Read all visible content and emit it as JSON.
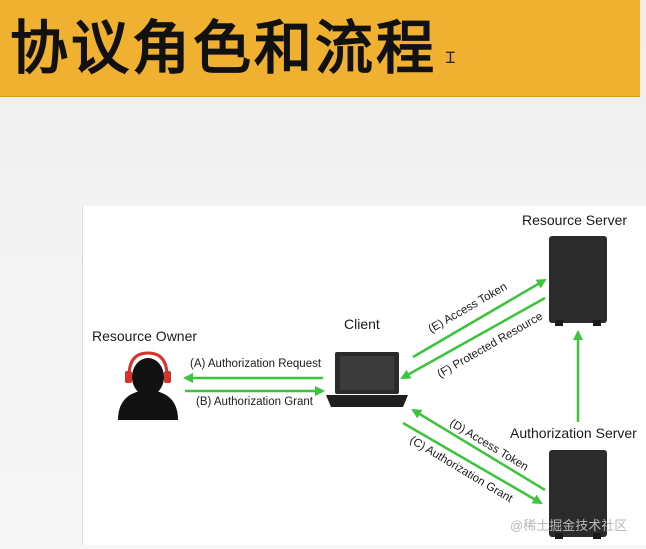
{
  "header": {
    "title": "协议角色和流程",
    "background_color": "#f0b130"
  },
  "diagram": {
    "nodes": {
      "resource_owner": "Resource Owner",
      "client": "Client",
      "resource_server": "Resource Server",
      "authorization_server": "Authorization Server"
    },
    "flows": {
      "a": "(A) Authorization Request",
      "b": "(B) Authorization Grant",
      "c": "(C) Authorization Grant",
      "d": "(D) Access Token",
      "e": "(E) Access Token",
      "f": "(F) Protected Resource"
    },
    "arrow_color": "#3cc43c",
    "watermark": "@稀土掘金技术社区"
  }
}
